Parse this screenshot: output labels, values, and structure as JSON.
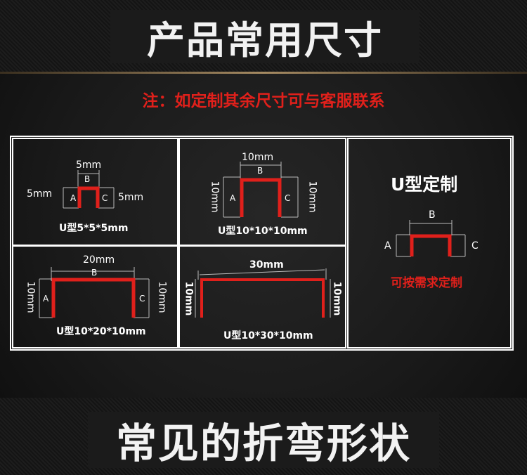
{
  "header": {
    "title": "产品常用尺寸"
  },
  "note": "注：如定制其余尺寸可与客服联系",
  "products": [
    {
      "caption": "U型5*5*5mm",
      "top_label": "5mm",
      "left_label": "5mm",
      "right_label": "5mm",
      "a": "A",
      "b": "B",
      "c": "C"
    },
    {
      "caption": "U型10*10*10mm",
      "top_label": "10mm",
      "left_label": "10mm",
      "right_label": "10mm",
      "a": "A",
      "b": "B",
      "c": "C"
    },
    {
      "caption": "U型10*20*10mm",
      "top_label": "20mm",
      "left_label": "10mm",
      "right_label": "10mm",
      "a": "A",
      "b": "B",
      "c": "C"
    },
    {
      "caption": "U型10*30*10mm",
      "top_label": "30mm",
      "left_label": "10mm",
      "right_label": "10mm"
    }
  ],
  "custom": {
    "title": "U型定制",
    "a": "A",
    "b": "B",
    "c": "C",
    "note": "可按需求定制"
  },
  "footer": {
    "title": "常见的折弯形状"
  },
  "colors": {
    "accent": "#e0201b",
    "background": "#1a1a1a",
    "line": "#ffffff"
  }
}
